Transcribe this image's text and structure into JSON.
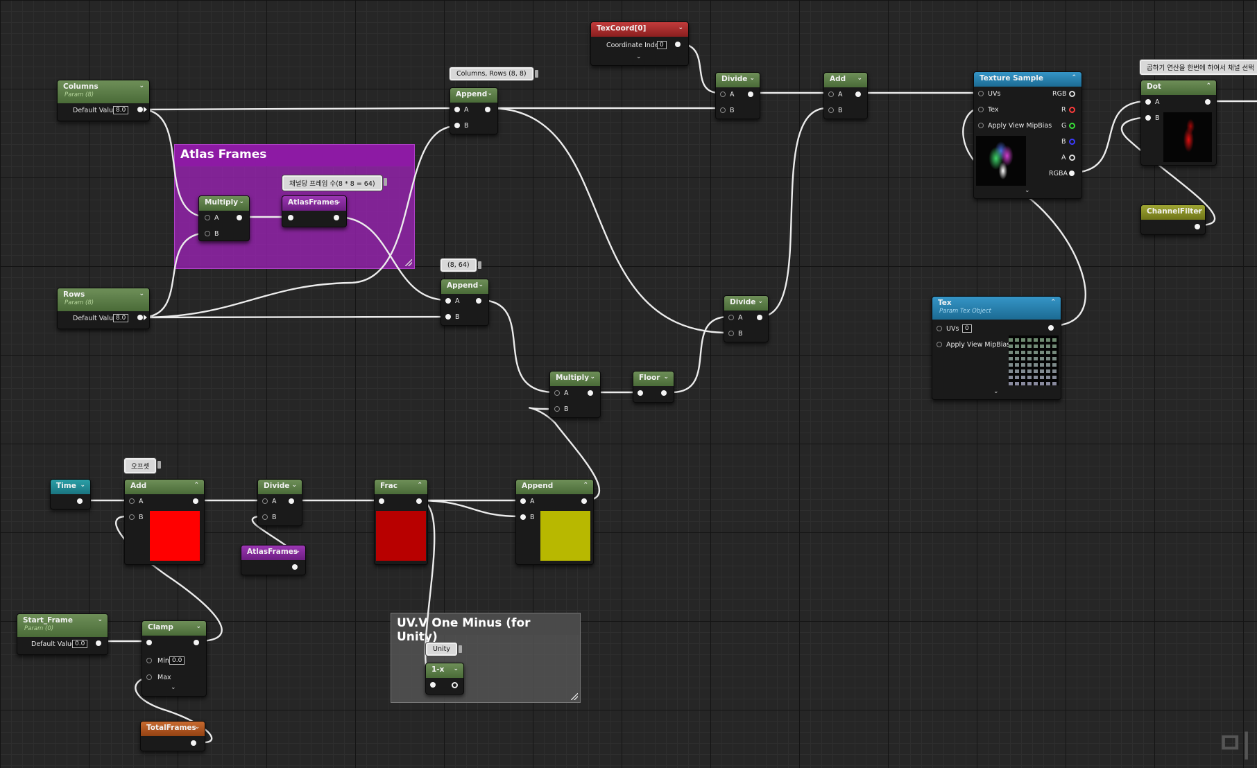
{
  "comments": {
    "atlas_frames": {
      "title": "Atlas Frames",
      "color": "#8d1aa4"
    },
    "uvv_one_minus": {
      "title": "UV.V One Minus (for Unity)",
      "color": "#4a4a4a"
    }
  },
  "bubbles": {
    "columns_rows": "Columns, Rows (8, 8)",
    "frames_per_channel": "채널당 프레임 수(8 * 8 = 64)",
    "eight_64": "(8, 64)",
    "offset": "오프셋",
    "dot_select": "곱하기 연산을 한번에 하여서 채널 선택",
    "unity": "Unity"
  },
  "nodes": {
    "columns": {
      "title": "Columns",
      "subtitle": "Param (8)",
      "default_label": "Default Value",
      "default_value": "8.0"
    },
    "rows": {
      "title": "Rows",
      "subtitle": "Param (8)",
      "default_label": "Default Value",
      "default_value": "8.0"
    },
    "multiply_atlas": {
      "title": "Multiply",
      "a": "A",
      "b": "B"
    },
    "atlasframes_1": {
      "title": "AtlasFrames"
    },
    "append_top": {
      "title": "Append",
      "a": "A",
      "b": "B"
    },
    "append_mid": {
      "title": "Append",
      "a": "A",
      "b": "B"
    },
    "texcoord": {
      "title": "TexCoord[0]",
      "coord_label": "Coordinate Index",
      "coord_value": "0"
    },
    "divide_top": {
      "title": "Divide",
      "a": "A",
      "b": "B"
    },
    "add_top": {
      "title": "Add",
      "a": "A",
      "b": "B"
    },
    "divide_mid": {
      "title": "Divide",
      "a": "A",
      "b": "B"
    },
    "multiply_mid": {
      "title": "Multiply",
      "a": "A",
      "b": "B"
    },
    "floor": {
      "title": "Floor"
    },
    "texture_sample": {
      "title": "Texture Sample",
      "uvs": "UVs",
      "tex": "Tex",
      "mip": "Apply View MipBias",
      "rgb": "RGB",
      "r": "R",
      "g": "G",
      "b": "B",
      "a": "A",
      "rgba": "RGBA"
    },
    "dot": {
      "title": "Dot",
      "a": "A",
      "b": "B"
    },
    "channel_filter": {
      "title": "ChannelFilter"
    },
    "tex": {
      "title": "Tex",
      "subtitle": "Param Tex Object",
      "uvs": "UVs",
      "uvs_value": "0",
      "mip": "Apply View MipBias"
    },
    "time": {
      "title": "Time"
    },
    "add_bottom": {
      "title": "Add",
      "a": "A",
      "b": "B"
    },
    "divide_bottom": {
      "title": "Divide",
      "a": "A",
      "b": "B"
    },
    "atlasframes_2": {
      "title": "AtlasFrames"
    },
    "frac": {
      "title": "Frac"
    },
    "append_bottom": {
      "title": "Append",
      "a": "A",
      "b": "B"
    },
    "start_frame": {
      "title": "Start_Frame",
      "subtitle": "Param (0)",
      "default_label": "Default Value",
      "default_value": "0.0"
    },
    "clamp": {
      "title": "Clamp",
      "min_label": "Min",
      "min_value": "0.0",
      "max_label": "Max"
    },
    "total_frames": {
      "title": "TotalFrames"
    },
    "one_minus": {
      "title": "1-x"
    }
  },
  "swatch_colors": {
    "add_bottom": "#ff0000",
    "frac": "#b80000",
    "append_bottom": "#b8b800"
  },
  "icons": {
    "collapse": "chevron-down-icon",
    "expand_up": "chevron-up-icon",
    "watermark": "logo-icon"
  }
}
